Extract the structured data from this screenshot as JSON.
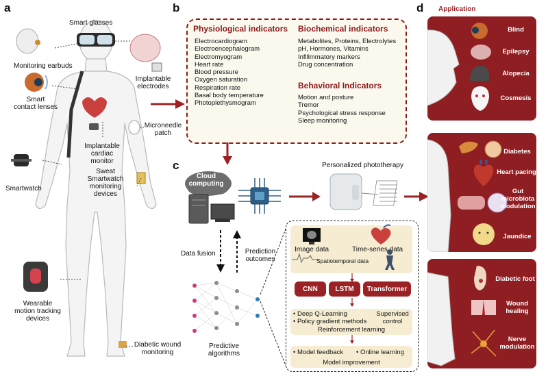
{
  "panels": {
    "a": "a",
    "b": "b",
    "c": "c",
    "d": "d"
  },
  "a": {
    "smart_glasses": "Smart glasses",
    "monitoring_earbuds": "Monitoring earbuds",
    "implantable_electrodes": [
      "Implantable",
      "electrodes"
    ],
    "smart_contact_lenses": [
      "Smart",
      "contact lenses"
    ],
    "microneedle_patch": [
      "Microneedle",
      "patch"
    ],
    "implantable_cardiac_monitor": [
      "Implantable",
      "cardiac",
      "monitor"
    ],
    "smartwatch": "Smartwatch",
    "sweat_monitoring": [
      "Sweat",
      "Smartwatch",
      "monitoring",
      "devices"
    ],
    "wearable_motion": [
      "Wearable",
      "motion tracking",
      "devices"
    ],
    "diabetic_wound": [
      "Diabetic wound",
      "monitoring"
    ]
  },
  "b": {
    "physiological_title": "Physiological indicators",
    "physiological_items": [
      "Electrocardiogram",
      "Electroencephalogram",
      "Electromyogram",
      "Heart rate",
      "Blood pressure",
      "Oxygen saturation",
      "Respiration rate",
      "Basal body temperature",
      "Photoplethysmogram"
    ],
    "biochemical_title": "Biochemical indicators",
    "biochemical_items": [
      "Metabolites, Proteins, Electrolytes",
      "pH, Hormones, Vitamins",
      "Inflllmmatory markers",
      "Drug concentration"
    ],
    "behavioral_title": "Behavioral Indicators",
    "behavioral_items": [
      "Motion and posture",
      "Tremor",
      "Psychological stress response",
      "Sleep monitoring"
    ]
  },
  "c": {
    "cloud_computing": [
      "Cloud",
      "computing"
    ],
    "personalized_phototherapy": "Personalized phototherapy",
    "data_fusion": "Data fusion",
    "prediction_outcomes": [
      "Prediction",
      "outcomes"
    ],
    "predictive_algorithms": [
      "Predictive",
      "algorithms"
    ],
    "image_data": "Image data",
    "time_series_data": "Time-series data",
    "spatiotemporal_data": "Spatiotemporal data",
    "cnn": "CNN",
    "lstm": "LSTM",
    "transformer": "Transformer",
    "rl_items": [
      "Deep Q-Learning",
      "Policy gradient methods"
    ],
    "supervised_control": [
      "Supervised",
      "control"
    ],
    "reinforcement_learning": "Reinforcement learning",
    "model_feedback": "Model feedback",
    "online_learning": "Online learning",
    "model_improvement": "Model improvement"
  },
  "d": {
    "title": "Application",
    "top": [
      "Blind",
      "Epilepsy",
      "Alopecia",
      "Cosmesis"
    ],
    "middle": {
      "diabetes": "Diabetes",
      "heart_pacing": "Heart pacing",
      "gut": [
        "Gut",
        "microbiota",
        "modulation"
      ],
      "jaundice": "Jaundice"
    },
    "bottom": {
      "diabetic_foot": "Diabetic foot",
      "wound_healing": [
        "Wound",
        "healing"
      ],
      "nerve_modulation": [
        "Nerve",
        "modulation"
      ]
    }
  },
  "colors": {
    "accent_red": "#9b2224",
    "dark_red": "#8e1e22",
    "cream": "#f5ecd2"
  }
}
